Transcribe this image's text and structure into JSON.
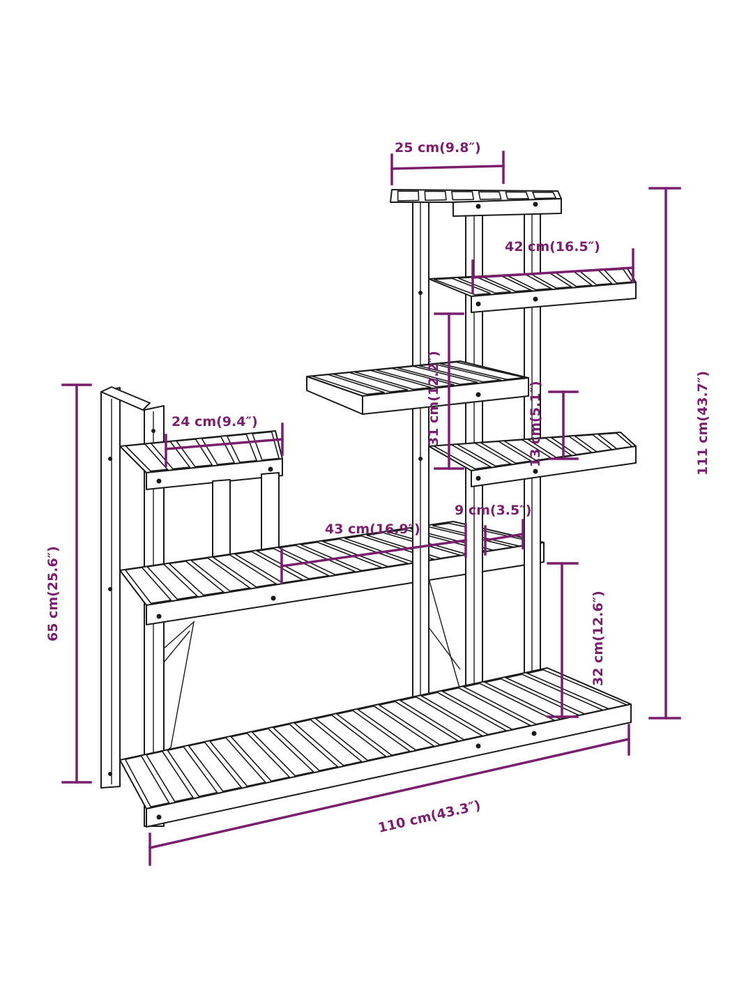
{
  "colors": {
    "dimension": "#7a1f6e",
    "line_art": "#1a1a1a",
    "background": "#ffffff"
  },
  "dimensions": {
    "top_width": "25 cm(9.8″)",
    "upper_right_shelf_width": "42 cm(16.5″)",
    "left_top_shelf_width": "24 cm(9.4″)",
    "shelf_spacing_tall": "31 cm(12.2″)",
    "shelf_spacing_short": "13 cm(5.1″)",
    "middle_shelf_width": "43 cm(16.9″)",
    "small_gap": "9 cm(3.5″)",
    "total_height": "111 cm(43.7″)",
    "left_height": "65 cm(25.6″)",
    "lower_spacing": "32 cm(12.6″)",
    "total_width": "110 cm(43.3″)"
  }
}
